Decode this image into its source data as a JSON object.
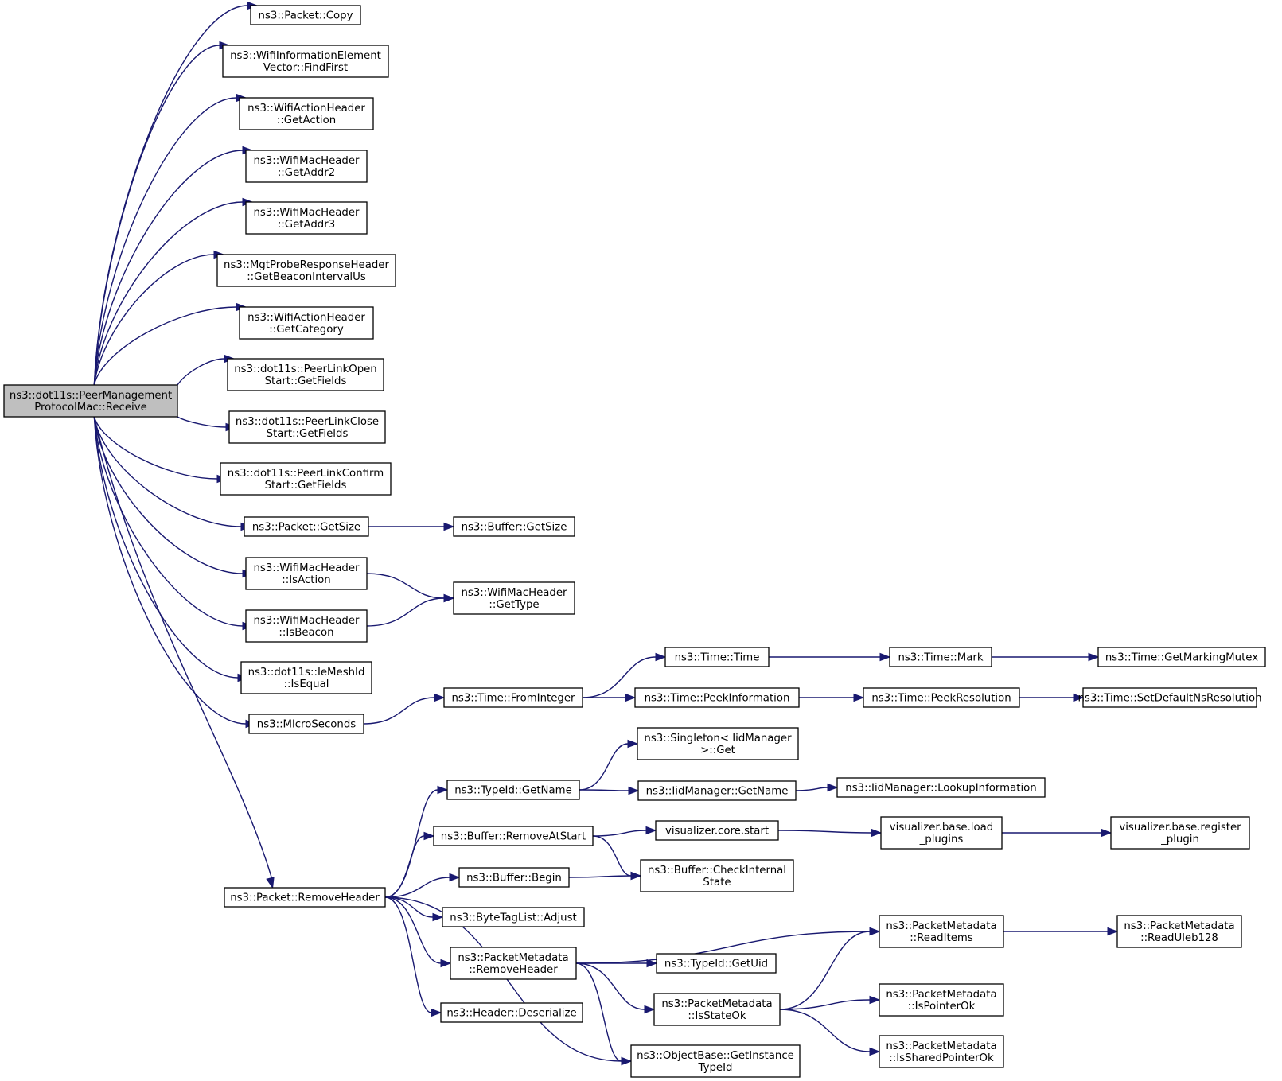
{
  "nodes": {
    "root": {
      "lines": [
        "ns3::dot11s::PeerManagement",
        "ProtocolMac::Receive"
      ]
    },
    "copy": {
      "lines": [
        "ns3::Packet::Copy"
      ]
    },
    "findfirst": {
      "lines": [
        "ns3::WifiInformationElement",
        "Vector::FindFirst"
      ]
    },
    "getaction": {
      "lines": [
        "ns3::WifiActionHeader",
        "::GetAction"
      ]
    },
    "getaddr2": {
      "lines": [
        "ns3::WifiMacHeader",
        "::GetAddr2"
      ]
    },
    "getaddr3": {
      "lines": [
        "ns3::WifiMacHeader",
        "::GetAddr3"
      ]
    },
    "getbeacon": {
      "lines": [
        "ns3::MgtProbeResponseHeader",
        "::GetBeaconIntervalUs"
      ]
    },
    "getcategory": {
      "lines": [
        "ns3::WifiActionHeader",
        "::GetCategory"
      ]
    },
    "openfields": {
      "lines": [
        "ns3::dot11s::PeerLinkOpen",
        "Start::GetFields"
      ]
    },
    "closefields": {
      "lines": [
        "ns3::dot11s::PeerLinkClose",
        "Start::GetFields"
      ]
    },
    "confirmfields": {
      "lines": [
        "ns3::dot11s::PeerLinkConfirm",
        "Start::GetFields"
      ]
    },
    "pktgetsize": {
      "lines": [
        "ns3::Packet::GetSize"
      ]
    },
    "bufgetsize": {
      "lines": [
        "ns3::Buffer::GetSize"
      ]
    },
    "isaction": {
      "lines": [
        "ns3::WifiMacHeader",
        "::IsAction"
      ]
    },
    "gettype": {
      "lines": [
        "ns3::WifiMacHeader",
        "::GetType"
      ]
    },
    "isbeacon": {
      "lines": [
        "ns3::WifiMacHeader",
        "::IsBeacon"
      ]
    },
    "isequal": {
      "lines": [
        "ns3::dot11s::IeMeshId",
        "::IsEqual"
      ]
    },
    "microseconds": {
      "lines": [
        "ns3::MicroSeconds"
      ]
    },
    "frominteger": {
      "lines": [
        "ns3::Time::FromInteger"
      ]
    },
    "timetime": {
      "lines": [
        "ns3::Time::Time"
      ]
    },
    "mark": {
      "lines": [
        "ns3::Time::Mark"
      ]
    },
    "getmarkingmutex": {
      "lines": [
        "ns3::Time::GetMarkingMutex"
      ]
    },
    "peekinfo": {
      "lines": [
        "ns3::Time::PeekInformation"
      ]
    },
    "peekres": {
      "lines": [
        "ns3::Time::PeekResolution"
      ]
    },
    "setdefault": {
      "lines": [
        "ns3::Time::SetDefaultNsResolution"
      ]
    },
    "singleton": {
      "lines": [
        "ns3::Singleton< IidManager",
        ">::Get"
      ]
    },
    "typeidgetname": {
      "lines": [
        "ns3::TypeId::GetName"
      ]
    },
    "iidgetname": {
      "lines": [
        "ns3::IidManager::GetName"
      ]
    },
    "lookupinfo": {
      "lines": [
        "ns3::IidManager::LookupInformation"
      ]
    },
    "removeatstart": {
      "lines": [
        "ns3::Buffer::RemoveAtStart"
      ]
    },
    "corestart": {
      "lines": [
        "visualizer.core.start"
      ]
    },
    "loadplugins": {
      "lines": [
        "visualizer.base.load",
        "_plugins"
      ]
    },
    "registerplugin": {
      "lines": [
        "visualizer.base.register",
        "_plugin"
      ]
    },
    "bufbegin": {
      "lines": [
        "ns3::Buffer::Begin"
      ]
    },
    "checkinternal": {
      "lines": [
        "ns3::Buffer::CheckInternal",
        "State"
      ]
    },
    "removeheader": {
      "lines": [
        "ns3::Packet::RemoveHeader"
      ]
    },
    "adjust": {
      "lines": [
        "ns3::ByteTagList::Adjust"
      ]
    },
    "readitems": {
      "lines": [
        "ns3::PacketMetadata",
        "::ReadItems"
      ]
    },
    "readuleb": {
      "lines": [
        "ns3::PacketMetadata",
        "::ReadUleb128"
      ]
    },
    "pmremoveheader": {
      "lines": [
        "ns3::PacketMetadata",
        "::RemoveHeader"
      ]
    },
    "getuid": {
      "lines": [
        "ns3::TypeId::GetUid"
      ]
    },
    "isstateok": {
      "lines": [
        "ns3::PacketMetadata",
        "::IsStateOk"
      ]
    },
    "ispointerok": {
      "lines": [
        "ns3::PacketMetadata",
        "::IsPointerOk"
      ]
    },
    "deserialize": {
      "lines": [
        "ns3::Header::Deserialize"
      ]
    },
    "getinstance": {
      "lines": [
        "ns3::ObjectBase::GetInstance",
        "TypeId"
      ]
    },
    "issharedptr": {
      "lines": [
        "ns3::PacketMetadata",
        "::IsSharedPointerOk"
      ]
    }
  },
  "edges": [
    [
      "root",
      "copy"
    ],
    [
      "root",
      "findfirst"
    ],
    [
      "root",
      "getaction"
    ],
    [
      "root",
      "getaddr2"
    ],
    [
      "root",
      "getaddr3"
    ],
    [
      "root",
      "getbeacon"
    ],
    [
      "root",
      "getcategory"
    ],
    [
      "root",
      "openfields"
    ],
    [
      "root",
      "closefields"
    ],
    [
      "root",
      "confirmfields"
    ],
    [
      "root",
      "pktgetsize"
    ],
    [
      "root",
      "isaction"
    ],
    [
      "root",
      "isbeacon"
    ],
    [
      "root",
      "isequal"
    ],
    [
      "root",
      "microseconds"
    ],
    [
      "root",
      "removeheader"
    ],
    [
      "pktgetsize",
      "bufgetsize"
    ],
    [
      "isaction",
      "gettype"
    ],
    [
      "isbeacon",
      "gettype"
    ],
    [
      "microseconds",
      "frominteger"
    ],
    [
      "frominteger",
      "timetime"
    ],
    [
      "frominteger",
      "peekinfo"
    ],
    [
      "timetime",
      "mark"
    ],
    [
      "mark",
      "getmarkingmutex"
    ],
    [
      "peekinfo",
      "peekres"
    ],
    [
      "peekres",
      "setdefault"
    ],
    [
      "removeheader",
      "typeidgetname"
    ],
    [
      "removeheader",
      "removeatstart"
    ],
    [
      "removeheader",
      "bufbegin"
    ],
    [
      "removeheader",
      "adjust"
    ],
    [
      "removeheader",
      "pmremoveheader"
    ],
    [
      "removeheader",
      "deserialize"
    ],
    [
      "removeheader",
      "getinstance"
    ],
    [
      "typeidgetname",
      "singleton"
    ],
    [
      "typeidgetname",
      "iidgetname"
    ],
    [
      "iidgetname",
      "lookupinfo"
    ],
    [
      "removeatstart",
      "corestart"
    ],
    [
      "removeatstart",
      "checkinternal"
    ],
    [
      "corestart",
      "loadplugins"
    ],
    [
      "loadplugins",
      "registerplugin"
    ],
    [
      "bufbegin",
      "checkinternal"
    ],
    [
      "pmremoveheader",
      "readitems"
    ],
    [
      "pmremoveheader",
      "getuid"
    ],
    [
      "pmremoveheader",
      "isstateok"
    ],
    [
      "pmremoveheader",
      "getinstance"
    ],
    [
      "readitems",
      "readuleb"
    ],
    [
      "isstateok",
      "readitems"
    ],
    [
      "isstateok",
      "ispointerok"
    ],
    [
      "isstateok",
      "issharedptr"
    ]
  ]
}
